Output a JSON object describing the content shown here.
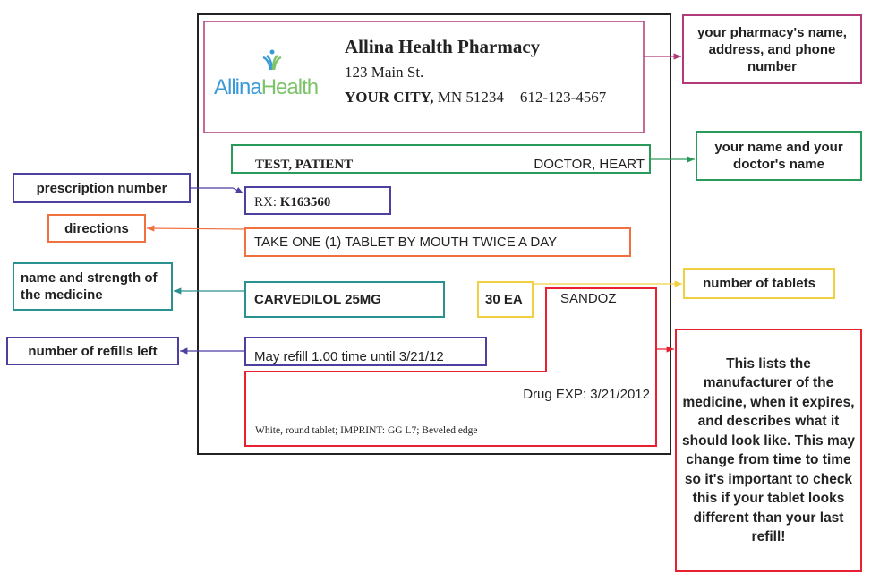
{
  "colors": {
    "pharmacy": "#b03a7a",
    "names": "#2a9a5a",
    "rx": "#4b3fa0",
    "directions": "#f07040",
    "medicine": "#2a9090",
    "tablets": "#f0d040",
    "manufacturer": "#e82030",
    "logo_blue": "#3a9ad8",
    "logo_green": "#7cc36a"
  },
  "label": {
    "logo_text_a": "Allina",
    "logo_text_b": "Health",
    "pharmacy_name": "Allina Health Pharmacy",
    "address": "123 Main St.",
    "city_bold": "YOUR CITY,",
    "city_rest": "MN 51234",
    "phone": "612-123-4567",
    "patient": "TEST, PATIENT",
    "doctor": "DOCTOR, HEART",
    "rx_prefix": "RX:",
    "rx_number": "K163560",
    "directions": "TAKE ONE (1) TABLET BY MOUTH TWICE A DAY",
    "medicine": "CARVEDILOL 25MG",
    "quantity": "30 EA",
    "manufacturer": "SANDOZ",
    "refills": "May refill 1.00 time until 3/21/12",
    "expiration": "Drug EXP: 3/21/2012",
    "description": "White, round tablet; IMPRINT: GG L7; Beveled edge"
  },
  "callouts": {
    "pharmacy": "your pharmacy's name, address, and phone number",
    "names": "your name and your doctor's name",
    "rx": "prescription number",
    "directions": "directions",
    "medicine": "name and strength of the medicine",
    "tablets": "number of tablets",
    "refills": "number of refills left",
    "manufacturer": "This lists the manufacturer of the medicine, when it expires, and describes what it should look like. This may change from time to time so it's important to check this if your tablet looks different than your last refill!"
  }
}
